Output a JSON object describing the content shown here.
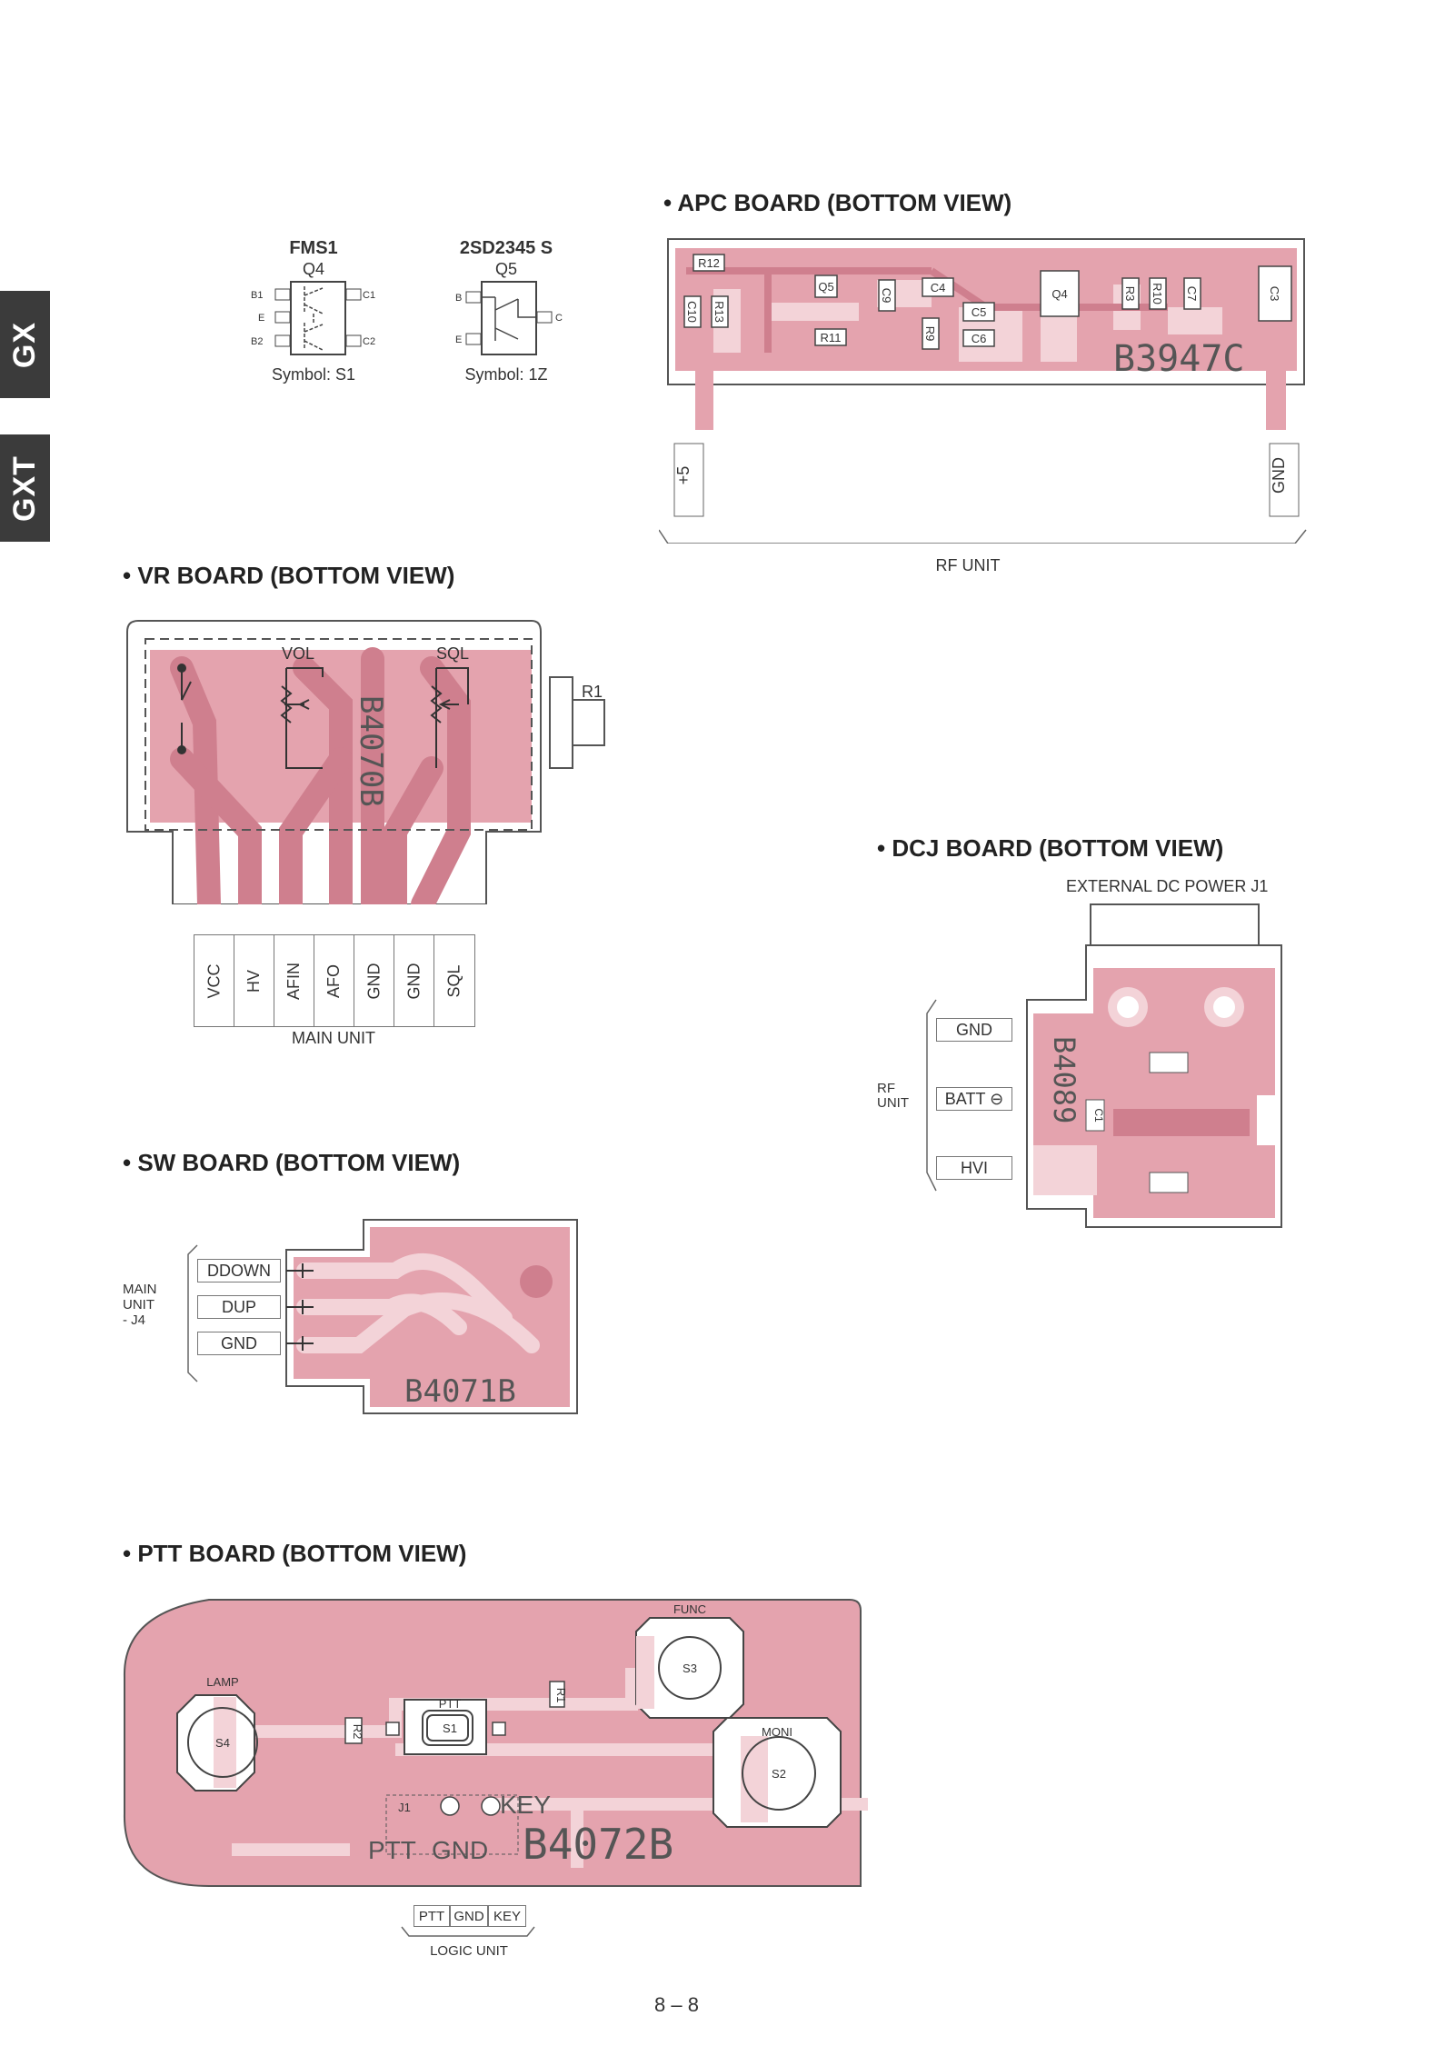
{
  "side_tabs": [
    "GX",
    "GXT"
  ],
  "transistors": {
    "fms1": {
      "title": "FMS1",
      "ref": "Q4",
      "pins": [
        "B1",
        "E",
        "B2",
        "C1",
        "C2"
      ],
      "symbol": "Symbol: S1"
    },
    "q5": {
      "title": "2SD2345 S",
      "ref": "Q5",
      "pins": [
        "B",
        "E",
        "C"
      ],
      "symbol": "Symbol: 1Z"
    }
  },
  "apc_board": {
    "heading": "APC BOARD (BOTTOM VIEW)",
    "board_code": "B3947C",
    "parts": [
      "R12",
      "C10",
      "R13",
      "Q5",
      "C9",
      "C4",
      "R11",
      "R9",
      "C5",
      "C6",
      "Q4",
      "R3",
      "R10",
      "C7",
      "C3"
    ],
    "pins": [
      "+5",
      "GND"
    ],
    "unit": "RF UNIT"
  },
  "vr_board": {
    "heading": "VR BOARD (BOTTOM VIEW)",
    "board_code": "B4070B",
    "controls": [
      "VOL",
      "SQL",
      "R1"
    ],
    "pins": [
      "VCC",
      "HV",
      "AFIN",
      "AFO",
      "GND",
      "GND",
      "SQL"
    ],
    "unit": "MAIN UNIT"
  },
  "dcj_board": {
    "heading": "DCJ BOARD (BOTTOM VIEW)",
    "connector": "EXTERNAL DC POWER J1",
    "board_code": "B4089",
    "part": "C1",
    "pins": [
      "GND",
      "BATT ⊖",
      "HVI"
    ],
    "unit": "RF\nUNIT"
  },
  "sw_board": {
    "heading": "SW BOARD (BOTTOM VIEW)",
    "board_code": "B4071B",
    "pins": [
      "DDOWN",
      "DUP",
      "GND"
    ],
    "unit": "MAIN\nUNIT\n- J4"
  },
  "ptt_board": {
    "heading": "PTT BOARD (BOTTOM VIEW)",
    "board_code": "B4072B",
    "switch_labels": [
      "LAMP",
      "PTT",
      "FUNC",
      "MONI"
    ],
    "switches": [
      "S4",
      "S1",
      "S3",
      "S2"
    ],
    "parts": [
      "R2",
      "R1",
      "J1"
    ],
    "silk": [
      "PTT",
      "GND",
      "KEY"
    ],
    "pins": [
      "PTT",
      "GND",
      "KEY"
    ],
    "unit": "LOGIC UNIT"
  },
  "page_number": "8 – 8",
  "colors": {
    "pcb": "#e4a3ae",
    "pcb_dark": "#cf7f8e",
    "line": "#444444"
  }
}
